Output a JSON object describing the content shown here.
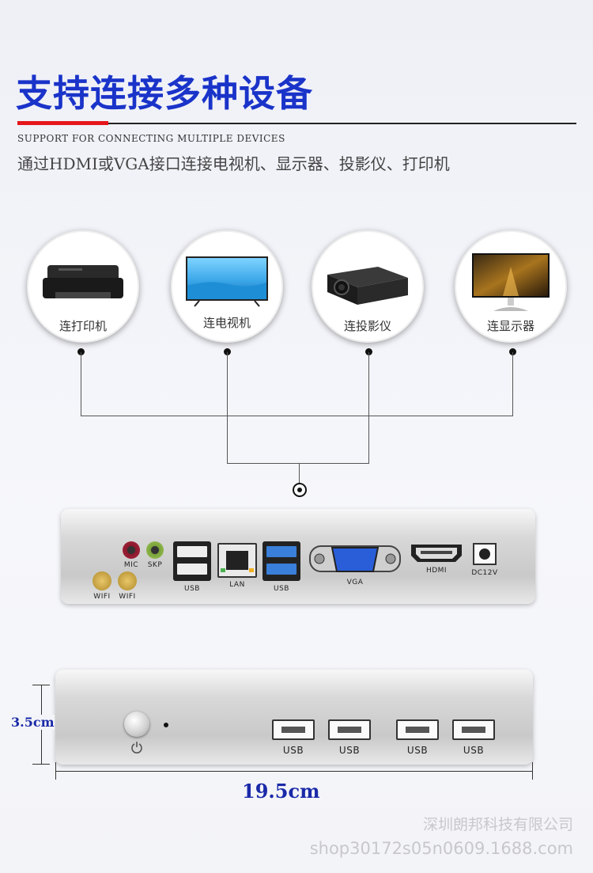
{
  "header": {
    "title": "支持连接多种设备",
    "subtitle_en": "SUPPORT FOR CONNECTING MULTIPLE DEVICES",
    "subtitle_cn": "通过HDMI或VGA接口连接电视机、显示器、投影仪、打印机"
  },
  "devices": [
    {
      "label": "连打印机",
      "icon": "printer-icon"
    },
    {
      "label": "连电视机",
      "icon": "tv-icon"
    },
    {
      "label": "连投影仪",
      "icon": "projector-icon"
    },
    {
      "label": "连显示器",
      "icon": "monitor-icon"
    }
  ],
  "rear_panel": {
    "ports": {
      "wifi1": "WIFI",
      "wifi2": "WIFI",
      "mic": "MIC",
      "skp": "SKP",
      "usb_a": "USB",
      "lan": "LAN",
      "usb_b": "USB",
      "vga": "VGA",
      "hdmi": "HDMI",
      "dc": "DC12V"
    }
  },
  "front_panel": {
    "usb_labels": [
      "USB",
      "USB",
      "USB",
      "USB"
    ]
  },
  "dimensions": {
    "height": "3.5cm",
    "width": "19.5cm"
  },
  "watermark": {
    "company": "深圳朗邦科技有限公司",
    "shop": "shop30172s05n0609.1688.com"
  },
  "colors": {
    "title_blue": "#1a33c9",
    "accent_red": "#e5161b",
    "dimension_blue": "#1a2aa8"
  }
}
